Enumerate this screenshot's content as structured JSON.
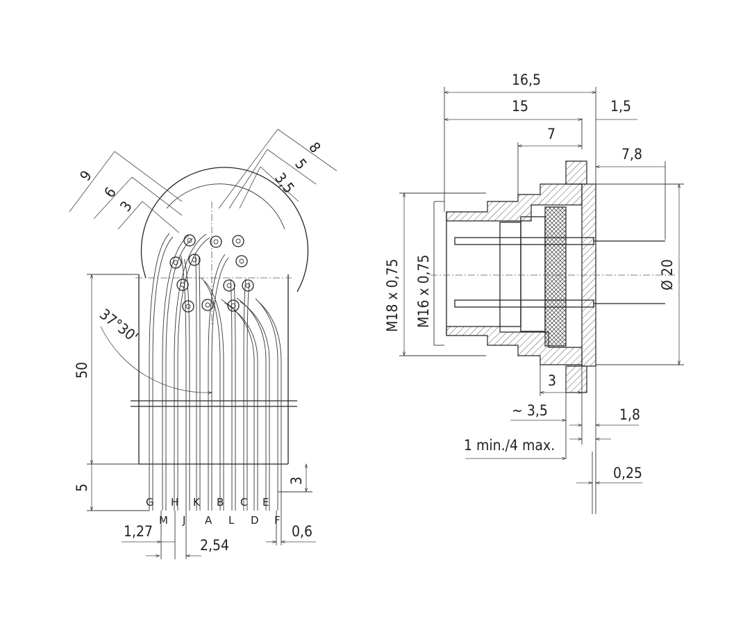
{
  "pin_letters": {
    "top_row": [
      "G",
      "H",
      "K",
      "B",
      "C",
      "E"
    ],
    "bottom_row": [
      "M",
      "J",
      "A",
      "L",
      "D",
      "F"
    ]
  },
  "front_view": {
    "dim_9": "9",
    "dim_6": "6",
    "dim_3": "3",
    "dim_8": "8",
    "dim_5": "5",
    "dim_3_5": "3,5",
    "angle": "37°30'",
    "dim_50": "50",
    "dim_5_bottom": "5",
    "dim_3_right": "3",
    "dim_1_27": "1,27",
    "dim_2_54": "2,54",
    "dim_0_6": "0,6"
  },
  "side_view": {
    "dim_16_5": "16,5",
    "dim_15": "15",
    "dim_1_5": "1,5",
    "dim_7": "7",
    "dim_7_8": "7,8",
    "thread_m18": "M18 x 0,75",
    "thread_m16": "M16 x 0,75",
    "diameter_20": "Ø 20",
    "dim_3": "3",
    "dim_approx_3_5": "~ 3,5",
    "dim_1_8": "1,8",
    "dim_1min_4max": "1 min./4 max.",
    "dim_0_25": "0,25"
  }
}
